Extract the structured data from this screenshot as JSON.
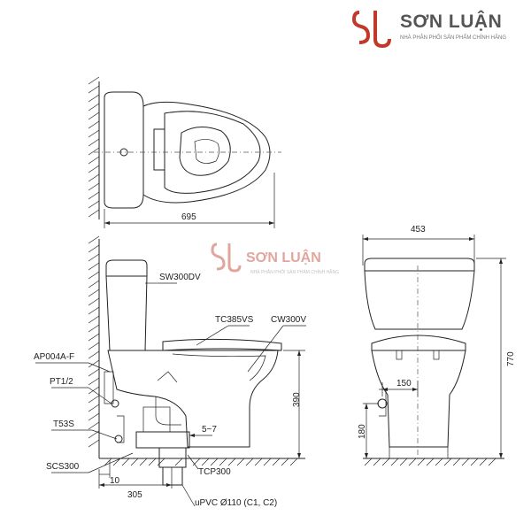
{
  "brand": {
    "name": "SƠN LUẬN",
    "tagline": "NHÀ PHÂN PHỐI SẢN PHẨM CHÍNH HÃNG",
    "accent": "#c0392b",
    "text_color": "#555555"
  },
  "dimensions": {
    "top_length": "695",
    "front_width": "453",
    "front_height": "770",
    "front_offset": "150",
    "front_floor": "180",
    "side_seat_height": "390",
    "side_gap": "5~7",
    "side_wall": "10",
    "side_rough_in": "305"
  },
  "parts": {
    "tank": "SW300DV",
    "seat": "TC385VS",
    "bowl": "CW300V",
    "fill_valve": "AP004A-F",
    "connector": "PT1/2",
    "stop_valve": "T53S",
    "flange": "SCS300",
    "outlet": "TCP300",
    "pipe": "uPVC Ø110 (C1, C2)"
  }
}
